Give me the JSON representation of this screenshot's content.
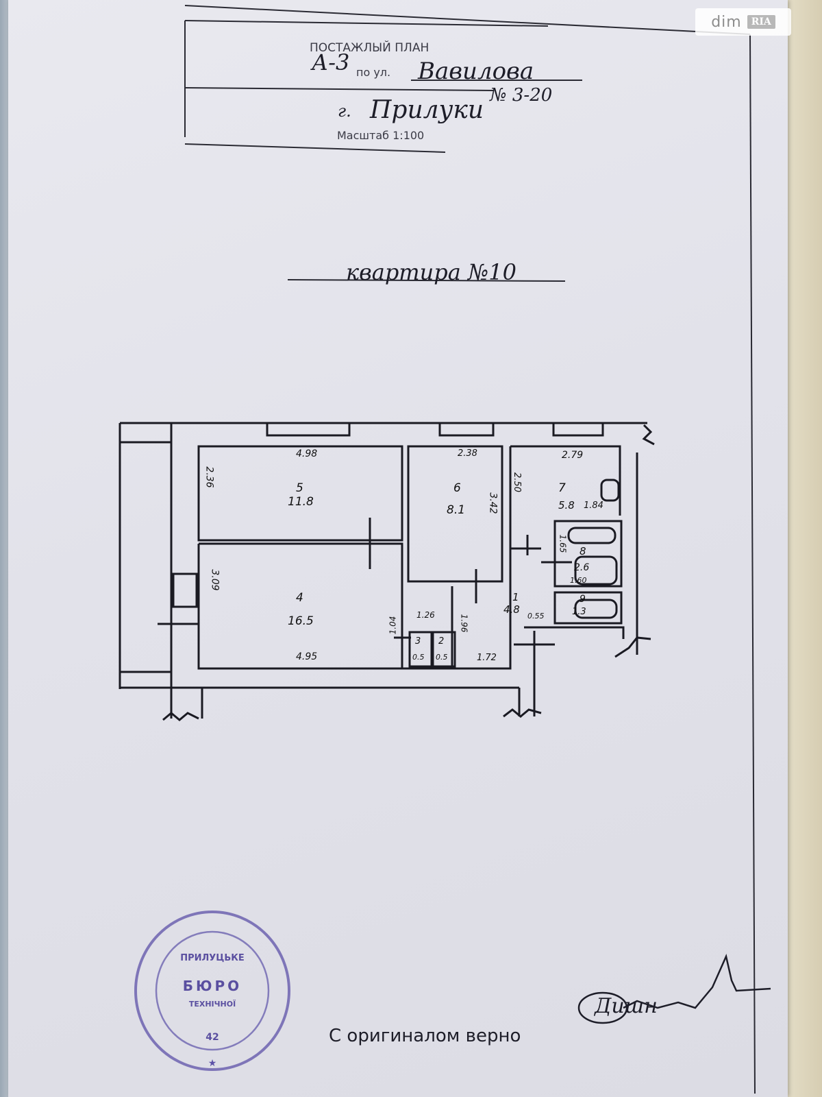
{
  "watermark": {
    "brand": "dim",
    "sub": "RIA"
  },
  "header": {
    "form_title": "ПОСТАЖЛЫЙ ПЛАН",
    "building_code": "А-3",
    "street_prefix": "по ул.",
    "street_name": "Вавилова",
    "house_number": "№ 3-20",
    "city_prefix": "г.",
    "city_name": "Прилуки",
    "scale": "Масштаб 1:100"
  },
  "apartment_title": "квартира №10",
  "rooms": [
    {
      "number": "1",
      "area": "4.8"
    },
    {
      "number": "2",
      "area": "0.5"
    },
    {
      "number": "3",
      "area": "0.5"
    },
    {
      "number": "4",
      "area": "16.5"
    },
    {
      "number": "5",
      "area": "11.8"
    },
    {
      "number": "6",
      "area": "8.1"
    },
    {
      "number": "7",
      "area": "5.8"
    },
    {
      "number": "8",
      "area": "2.6"
    },
    {
      "number": "9",
      "area": "1.3"
    }
  ],
  "dimensions": {
    "room5_width": "4.98",
    "room5_depth": "2.36",
    "room6_width": "2.38",
    "room6_depth": "3.42",
    "room7_width": "2.79",
    "room7_depth": "2.50",
    "room4_width": "4.95",
    "room4_depth": "3.09",
    "bath_width": "1.84",
    "bath_depth": "1.65",
    "bath_inner": "1.60",
    "closet_depth": "1.04",
    "closet_width": "1.26",
    "hall_depth": "1.96",
    "hall_width": "1.72",
    "hall_niche": "0.55"
  },
  "stamp": {
    "center_line1": "ПРИЛУЦЬКЕ",
    "center_line2": "БЮРО",
    "center_line3": "ТЕХНІЧНОЇ",
    "number": "42"
  },
  "certification": {
    "text": "С оригиналом верно",
    "signature": "Дишн"
  }
}
